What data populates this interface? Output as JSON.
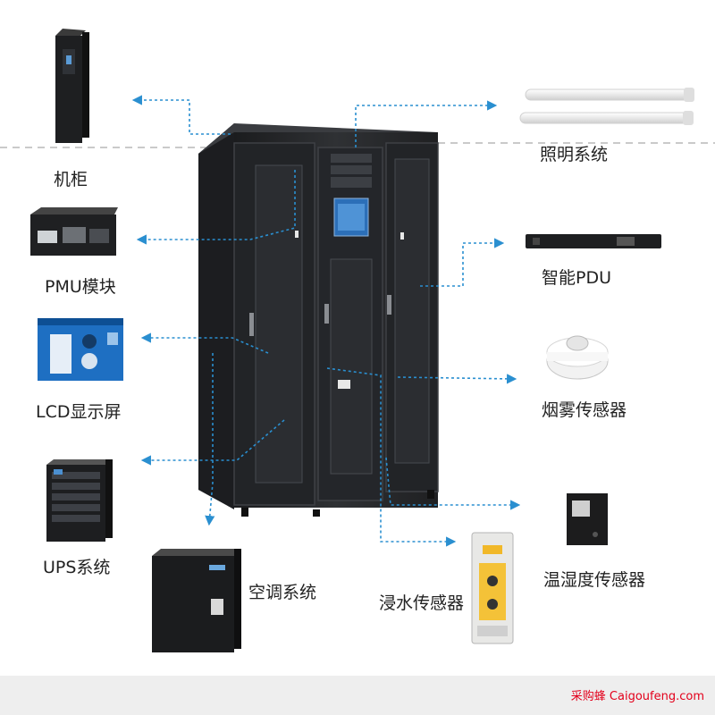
{
  "components": {
    "cabinet": "机柜",
    "pmu": "PMU模块",
    "lcd": "LCD显示屏",
    "ups": "UPS系统",
    "aircon": "空调系统",
    "leak": "浸水传感器",
    "temp_humidity": "温湿度传感器",
    "smoke": "烟雾传感器",
    "pdu": "智能PDU",
    "lighting": "照明系统"
  },
  "credit": "采购蜂 Caigoufeng.com",
  "colors": {
    "connector": "#2a8fd0",
    "cabinet_body": "#27292c",
    "label_text": "#222222",
    "credit_text": "#e3001b",
    "footer_band": "#eeeeee"
  }
}
